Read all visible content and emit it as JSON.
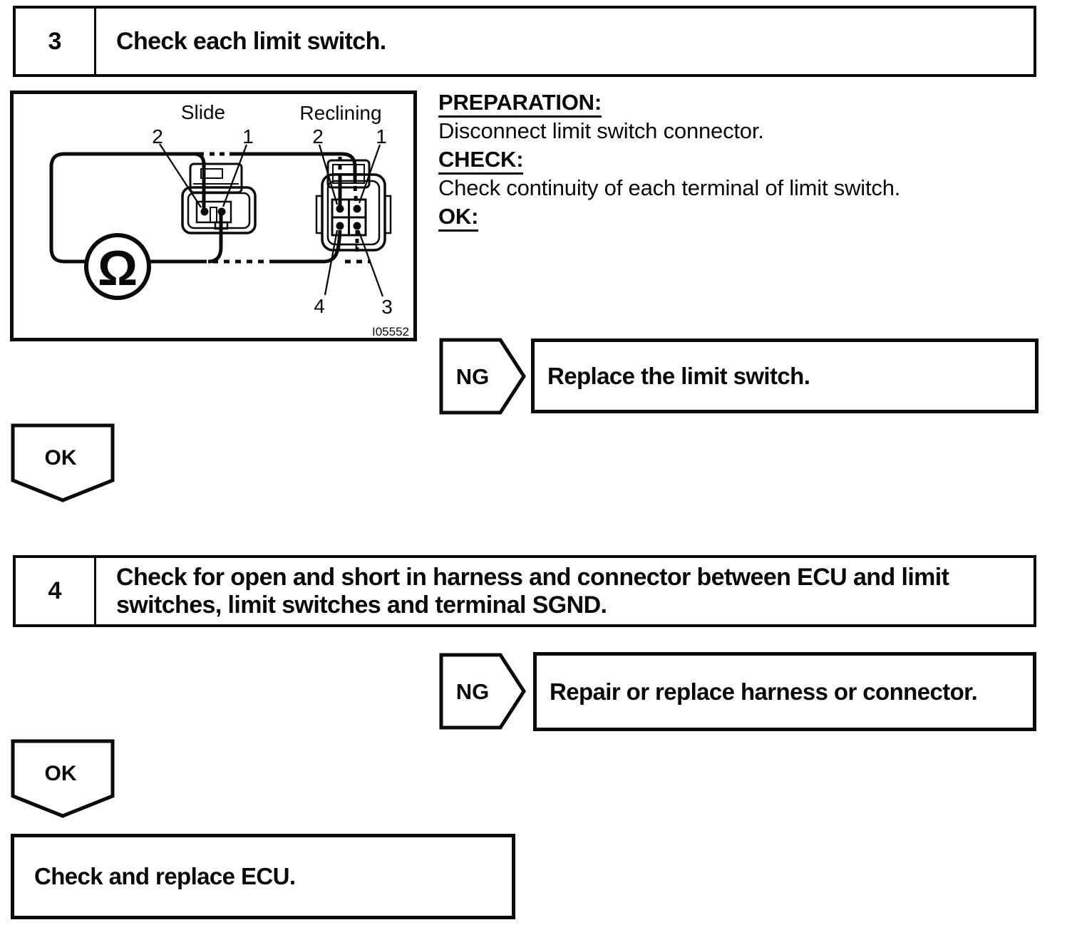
{
  "step3": {
    "number": "3",
    "title": "Check each limit switch.",
    "sections": [
      {
        "heading": "PREPARATION:",
        "body": "Disconnect limit switch connector."
      },
      {
        "heading": "CHECK:",
        "body": "Check continuity of each terminal of limit switch."
      },
      {
        "heading": "OK:",
        "body": ""
      }
    ],
    "ng_label": "NG",
    "ng_action": "Replace the limit switch.",
    "ok_label": "OK"
  },
  "step4": {
    "number": "4",
    "title_lines": [
      "Check for open and short in harness and connector between ECU and limit",
      "switches, limit switches and terminal SGND."
    ],
    "ng_label": "NG",
    "ng_action": "Repair or replace harness or connector.",
    "ok_label": "OK"
  },
  "final_box": {
    "text": "Check and replace ECU."
  },
  "diagram": {
    "connector_left_label": "Slide",
    "connector_right_label": "Reclining",
    "slide_pin_2": "2",
    "slide_pin_1": "1",
    "reclining_pin_2": "2",
    "reclining_pin_1": "1",
    "reclining_pin_4": "4",
    "reclining_pin_3": "3",
    "meter_symbol": "Ω",
    "figure_code": "I05552"
  },
  "ink_color": "#0b0b0b"
}
